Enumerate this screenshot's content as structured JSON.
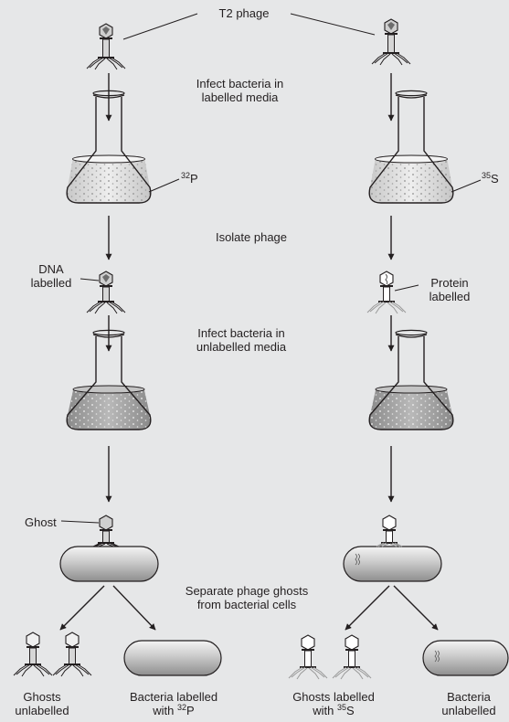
{
  "title": "T2 phage",
  "steps": {
    "infect_labelled_line1": "Infect bacteria in",
    "infect_labelled_line2": "labelled media",
    "isolate": "Isolate phage",
    "infect_unlabelled_line1": "Infect bacteria in",
    "infect_unlabelled_line2": "unlabelled media",
    "separate_line1": "Separate phage ghosts",
    "separate_line2": "from bacterial cells"
  },
  "isotopes": {
    "left_mass": "32",
    "left_symbol": "P",
    "right_mass": "35",
    "right_symbol": "S"
  },
  "labels": {
    "dna_line1": "DNA",
    "dna_line2": "labelled",
    "protein_line1": "Protein",
    "protein_line2": "labelled",
    "ghost": "Ghost"
  },
  "results": {
    "left_ghosts_line1": "Ghosts",
    "left_ghosts_line2": "unlabelled",
    "left_bacteria_line1": "Bacteria labelled",
    "left_bacteria_prefix": "with ",
    "left_bacteria_mass": "32",
    "left_bacteria_symbol": "P",
    "right_ghosts_line1": "Ghosts labelled",
    "right_ghosts_prefix": "with ",
    "right_ghosts_mass": "35",
    "right_ghosts_symbol": "S",
    "right_bacteria_line1": "Bacteria",
    "right_bacteria_line2": "unlabelled"
  },
  "colors": {
    "background": "#e6e7e8",
    "ink": "#231f20",
    "liquid_light": "#d9d9d9",
    "liquid_dark": "#9a9a9a",
    "cell_fill": "#bcbcbc"
  }
}
